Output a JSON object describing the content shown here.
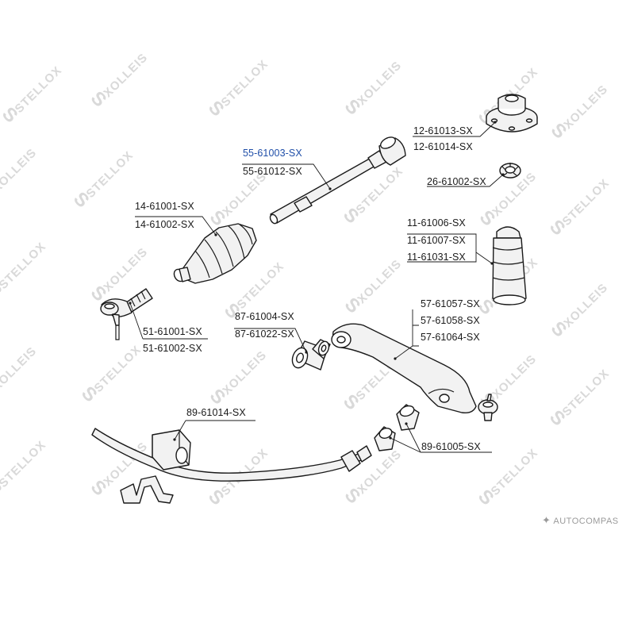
{
  "watermark": {
    "text": "STELLOX",
    "mirrored_text": "XOLLEIS"
  },
  "brand": {
    "icon": "compass-star-icon",
    "text": "AUTOCOMPAS"
  },
  "colors": {
    "label": "#1a1a1a",
    "highlight": "#1f4ea8",
    "leader": "#1a1a1a",
    "watermark": "#d9d9d9",
    "part_fill": "#f2f2f2",
    "part_stroke": "#1a1a1a"
  },
  "parts": [
    {
      "id": "strut-mount",
      "labels": [
        "12-61013-SX",
        "12-61014-SX"
      ]
    },
    {
      "id": "tie-rod-axial",
      "labels": [
        "55-61003-SX",
        "55-61012-SX"
      ],
      "highlighted": "55-61003-SX"
    },
    {
      "id": "bump-stop",
      "labels": [
        "26-61002-SX"
      ]
    },
    {
      "id": "steering-boot",
      "labels": [
        "14-61001-SX",
        "14-61002-SX"
      ]
    },
    {
      "id": "dust-cover",
      "labels": [
        "11-61006-SX",
        "11-61007-SX",
        "11-61031-SX"
      ]
    },
    {
      "id": "tie-rod-end",
      "labels": [
        "51-61001-SX",
        "51-61002-SX"
      ]
    },
    {
      "id": "arm-bushing",
      "labels": [
        "87-61004-SX",
        "87-61022-SX"
      ]
    },
    {
      "id": "control-arm",
      "labels": [
        "57-61057-SX",
        "57-61058-SX",
        "57-61064-SX"
      ]
    },
    {
      "id": "stabilizer-bushing",
      "labels": [
        "89-61014-SX"
      ]
    },
    {
      "id": "stabilizer-link-bushing",
      "labels": [
        "89-61005-SX"
      ]
    }
  ]
}
